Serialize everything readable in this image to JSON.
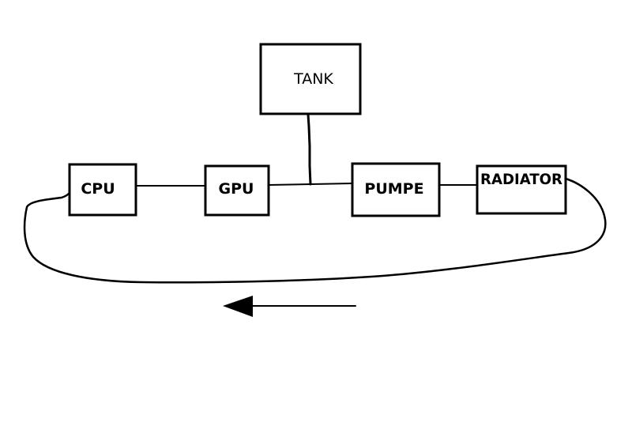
{
  "diagram": {
    "nodes": {
      "tank": {
        "label": "TANK"
      },
      "cpu": {
        "label": "CPU"
      },
      "gpu": {
        "label": "GPU"
      },
      "pump": {
        "label": "PUMPE"
      },
      "radiator": {
        "label": "RADIATOR"
      }
    },
    "flow_direction": "left",
    "colors": {
      "stroke": "#000000",
      "background": "#ffffff"
    }
  }
}
